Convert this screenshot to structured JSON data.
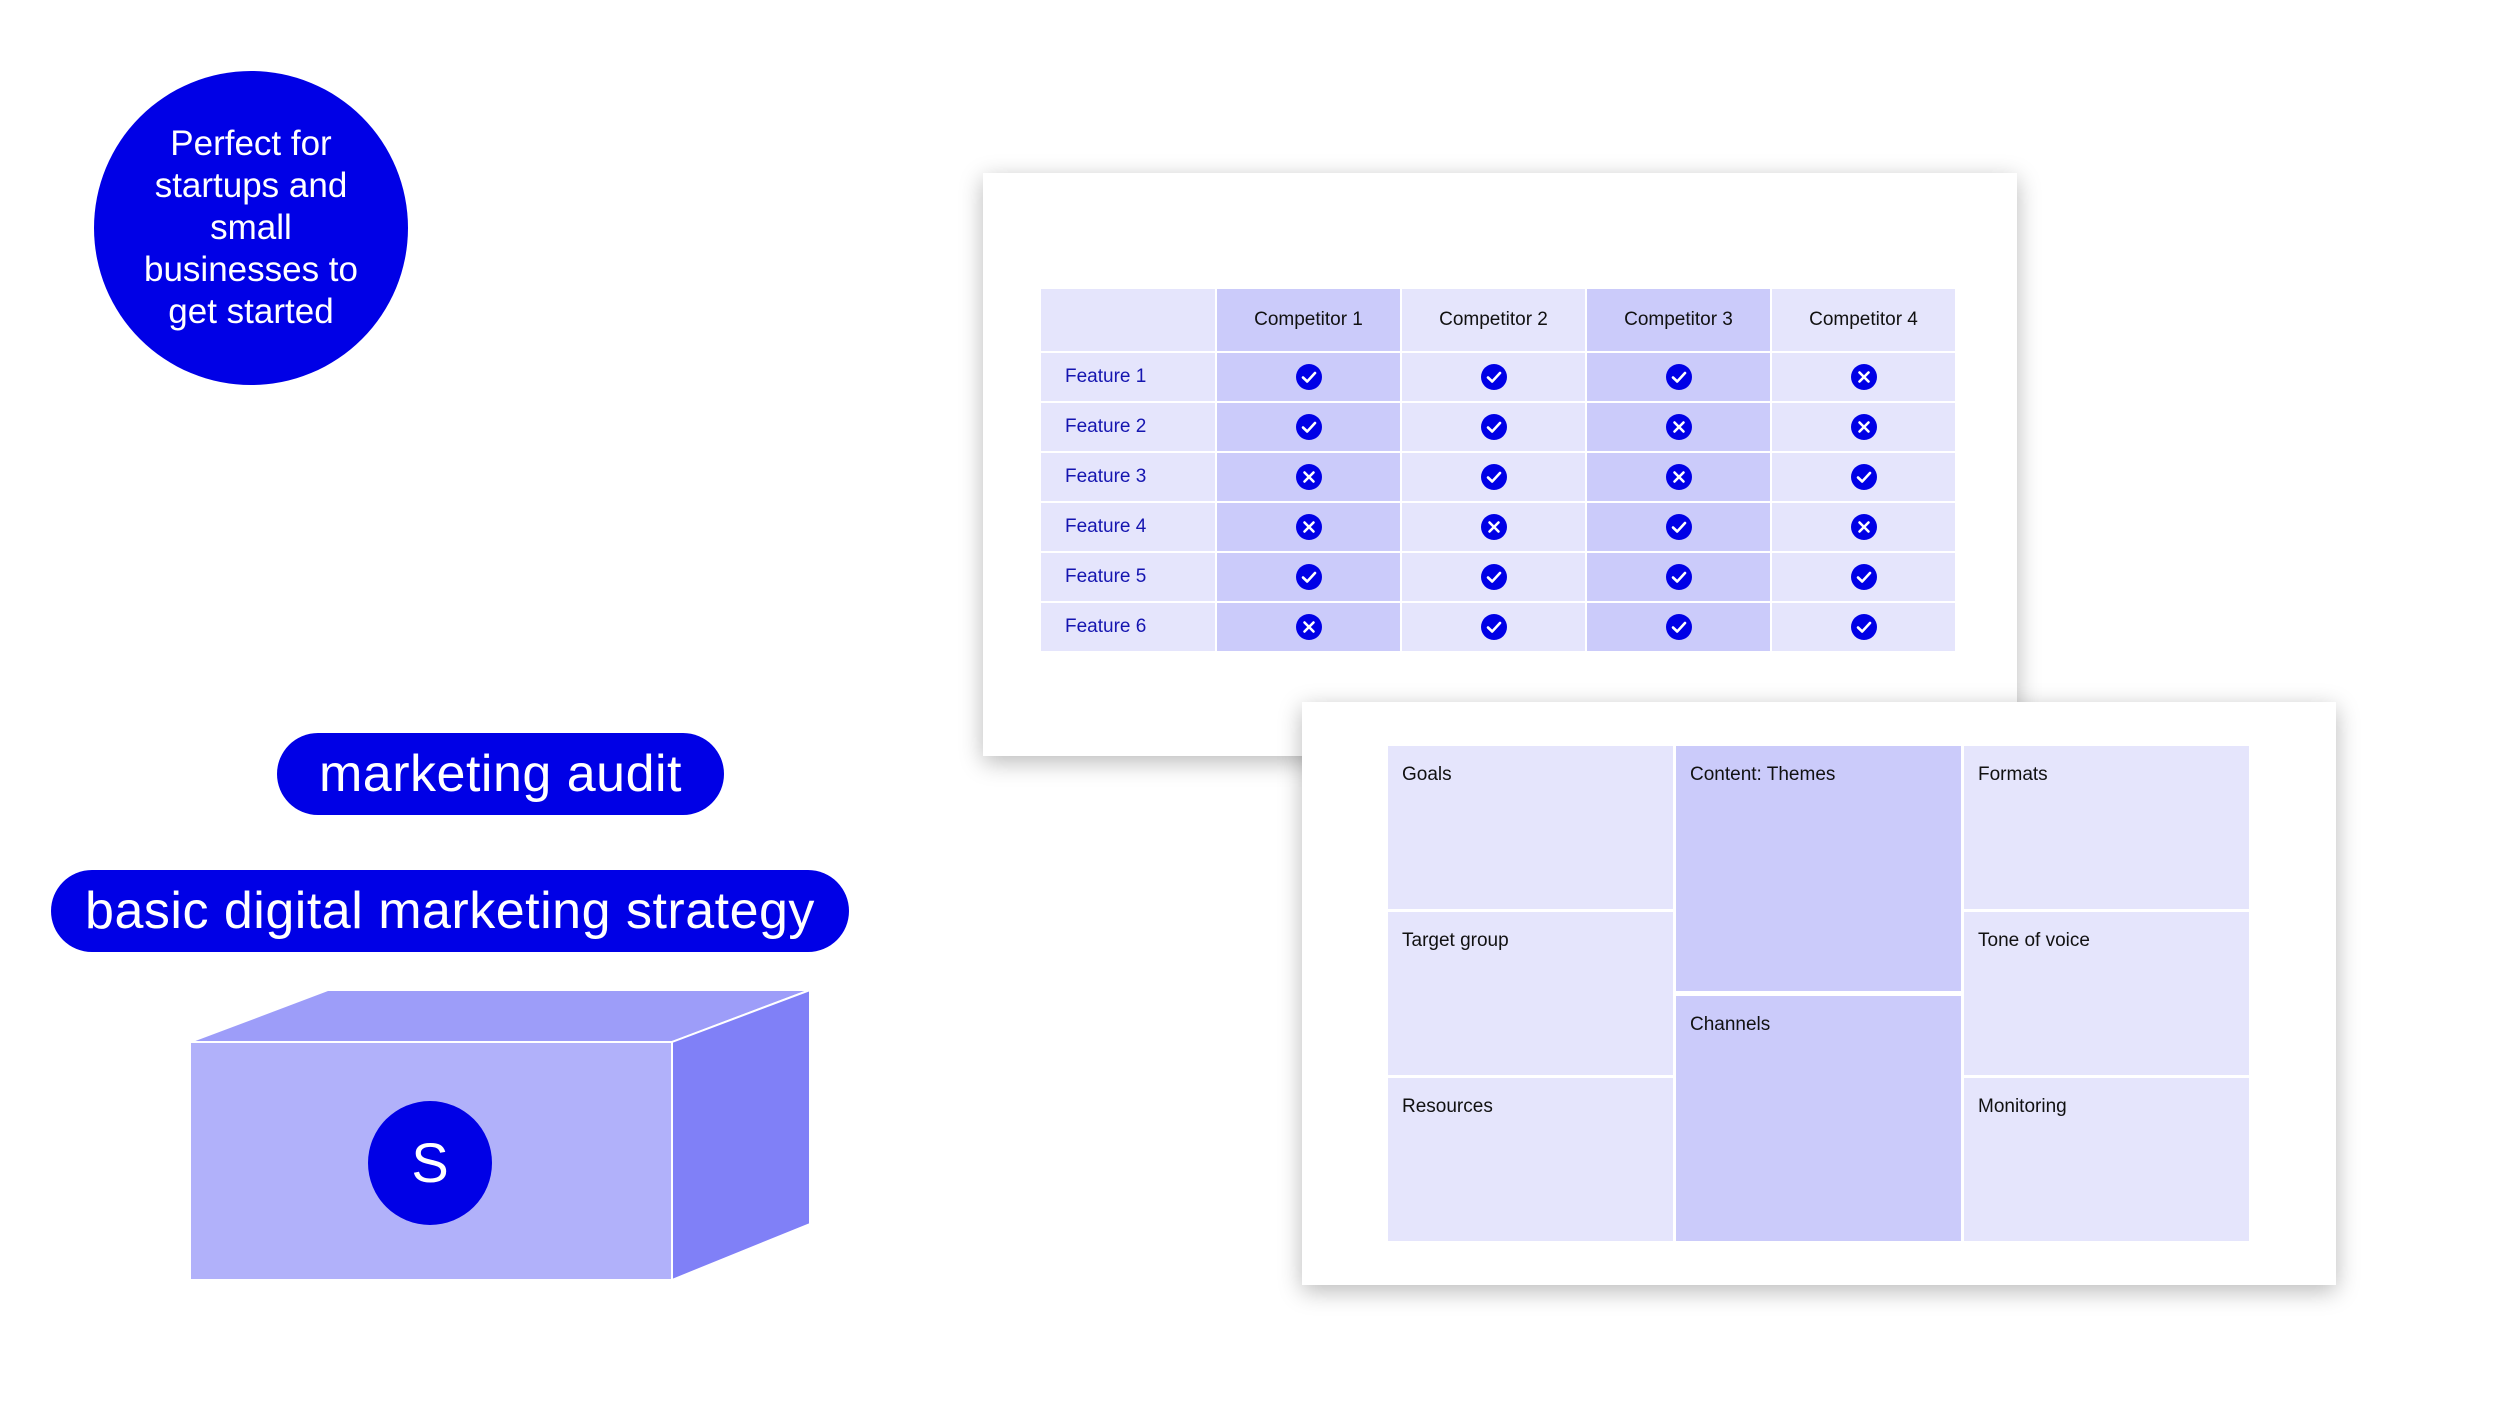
{
  "badge": {
    "text": "Perfect for\nstartups and\nsmall\nbusinesses to\nget started"
  },
  "pills": {
    "audit": "marketing audit",
    "strategy": "basic digital marketing strategy"
  },
  "package": {
    "letter": "S"
  },
  "colors": {
    "accent": "#0000e6",
    "cell_light": "#e5e5fc",
    "cell_dark": "#cbcbfa",
    "box_front": "#b1b1fa",
    "box_top": "#9d9df9",
    "box_side": "#8080f7"
  },
  "comparison": {
    "competitors": [
      "Competitor 1",
      "Competitor 2",
      "Competitor 3",
      "Competitor 4"
    ],
    "rows": [
      {
        "feature": "Feature 1",
        "marks": [
          "check",
          "check",
          "check",
          "cross"
        ]
      },
      {
        "feature": "Feature 2",
        "marks": [
          "check",
          "check",
          "cross",
          "cross"
        ]
      },
      {
        "feature": "Feature 3",
        "marks": [
          "cross",
          "check",
          "cross",
          "check"
        ]
      },
      {
        "feature": "Feature 4",
        "marks": [
          "cross",
          "cross",
          "check",
          "cross"
        ]
      },
      {
        "feature": "Feature 5",
        "marks": [
          "check",
          "check",
          "check",
          "check"
        ]
      },
      {
        "feature": "Feature 6",
        "marks": [
          "cross",
          "check",
          "check",
          "check"
        ]
      }
    ],
    "icons": {
      "check": "check-circle-icon",
      "cross": "x-circle-icon"
    }
  },
  "strategy": {
    "goals": "Goals",
    "target_group": "Target group",
    "resources": "Resources",
    "content_themes": "Content: Themes",
    "channels": "Channels",
    "formats": "Formats",
    "tone_of_voice": "Tone of voice",
    "monitoring": "Monitoring"
  }
}
